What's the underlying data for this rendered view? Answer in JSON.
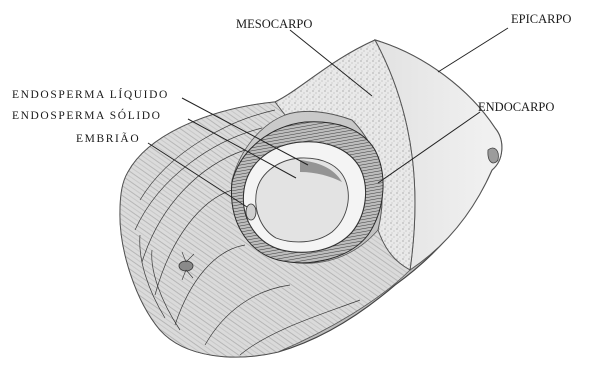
{
  "figure": {
    "labels": {
      "mesocarp": "MESOCARPO",
      "epicarp": "EPICARPO",
      "endocarp": "ENDOCARPO",
      "liquid_endosperm": "ENDOSPERMA LÍQUIDO",
      "solid_endosperm": "ENDOSPERMA SÓLIDO",
      "embryo": "EMBRIÃO"
    }
  }
}
